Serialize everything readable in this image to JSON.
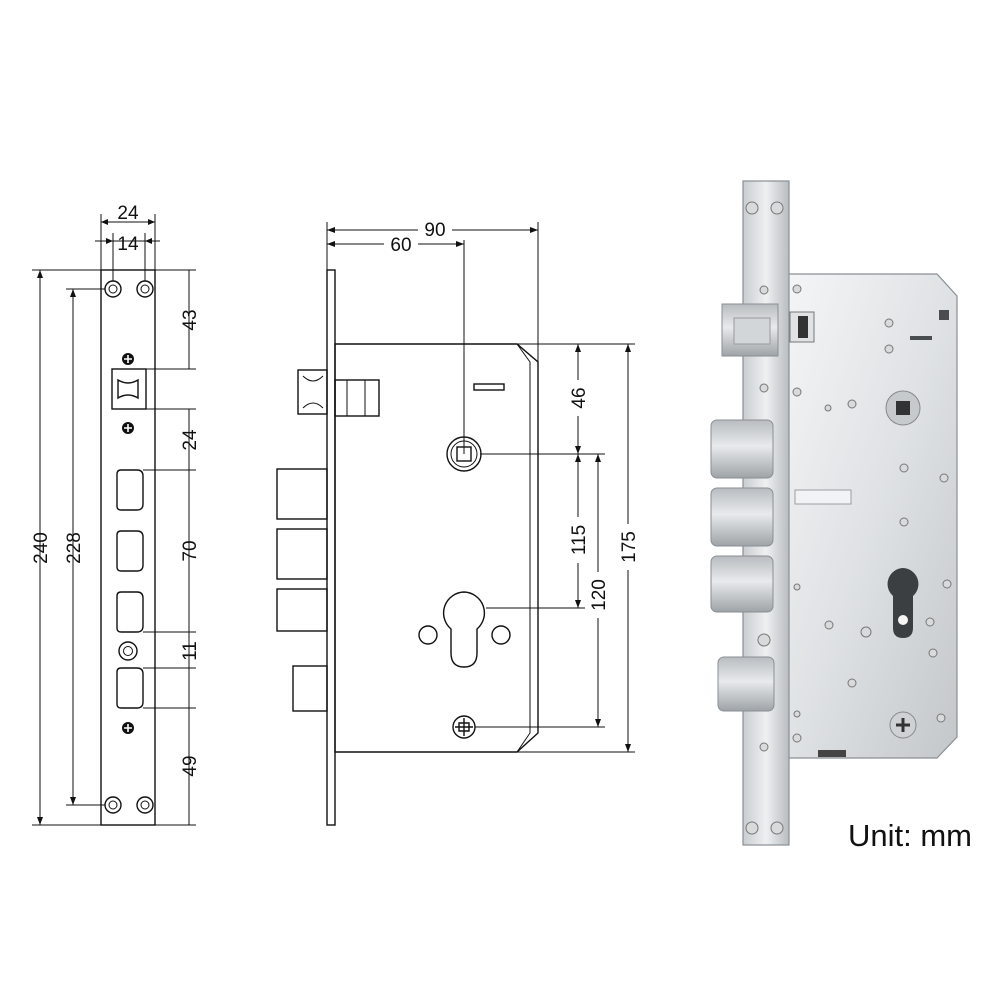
{
  "dimensions": {
    "faceplate_width": "24",
    "screw_spacing_width": "14",
    "total_length": "240",
    "screw_spacing_length": "228",
    "top_to_latch": "43",
    "latch_to_bolt": "24",
    "bolt_span": "70",
    "bolt_gap": "11",
    "bottom_bolt_to_screw": "49",
    "case_depth": "90",
    "backset": "60",
    "top_to_spindle": "46",
    "spindle_to_cylinder": "115",
    "spindle_to_screw": "120",
    "case_height": "175"
  },
  "unit_label": "Unit: mm",
  "colors": {
    "line": "#111111",
    "steel_light": "#eef0f1",
    "steel_dark": "#a9adb1"
  }
}
